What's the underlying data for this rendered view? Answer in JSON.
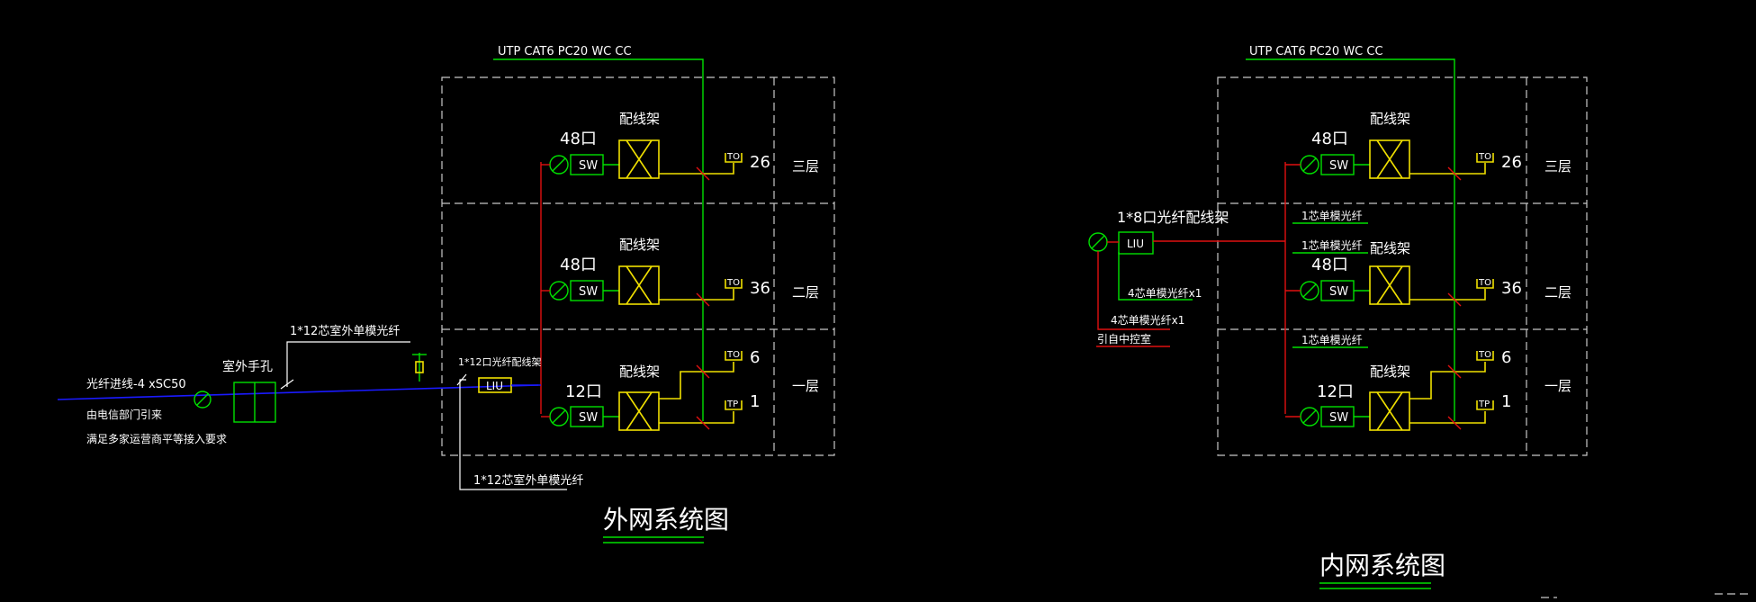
{
  "colors": {
    "background": "#000000",
    "frame_dashed": "#c8c8c8",
    "copper_cable": "#00e000",
    "fiber_link": "#e01010",
    "patch_panel": "#f0e000",
    "outdoor_fiber": "#1a1aff",
    "text": "#ffffff"
  },
  "external": {
    "cable_spec": "UTP CAT6 PC20 WC CC",
    "incoming_label": "光纤进线-4 xSC50",
    "incoming_note1": "由电信部门引来",
    "incoming_note2": "满足多家运营商平等接入要求",
    "handhole_label": "室外手孔",
    "fiber_top_label": "1*12芯室外单模光纤",
    "fiber_bottom_label": "1*12芯室外单模光纤",
    "liu_panel_label": "1*12口光纤配线架",
    "liu_box": "LIU",
    "floors": [
      {
        "name": "三层",
        "ports": "48口",
        "rack": "配线架",
        "switch": "SW",
        "outlets": [
          {
            "tag": "TO",
            "count": "26"
          }
        ]
      },
      {
        "name": "二层",
        "ports": "48口",
        "rack": "配线架",
        "switch": "SW",
        "outlets": [
          {
            "tag": "TO",
            "count": "36"
          }
        ]
      },
      {
        "name": "一层",
        "ports": "12口",
        "rack": "配线架",
        "switch": "SW",
        "outlets": [
          {
            "tag": "TO",
            "count": "6"
          },
          {
            "tag": "TP",
            "count": "1"
          }
        ]
      }
    ],
    "title": "外网系统图"
  },
  "internal": {
    "cable_spec": "UTP CAT6 PC20 WC CC",
    "liu_panel_label": "1*8口光纤配线架",
    "liu_box": "LIU",
    "fiber_4core": "4芯单模光纤x1",
    "fiber_4core_b": "4芯单模光纤x1",
    "source_label": "引自中控室",
    "fiber_1core_a": "1芯单模光纤",
    "fiber_1core_b": "1芯单模光纤",
    "fiber_1core_c": "1芯单模光纤",
    "floors": [
      {
        "name": "三层",
        "ports": "48口",
        "rack": "配线架",
        "switch": "SW",
        "outlets": [
          {
            "tag": "TO",
            "count": "26"
          }
        ]
      },
      {
        "name": "二层",
        "ports": "48口",
        "rack": "配线架",
        "switch": "SW",
        "outlets": [
          {
            "tag": "TO",
            "count": "36"
          }
        ]
      },
      {
        "name": "一层",
        "ports": "12口",
        "rack": "配线架",
        "switch": "SW",
        "outlets": [
          {
            "tag": "TO",
            "count": "6"
          },
          {
            "tag": "TP",
            "count": "1"
          }
        ]
      }
    ],
    "title": "内网系统图"
  }
}
